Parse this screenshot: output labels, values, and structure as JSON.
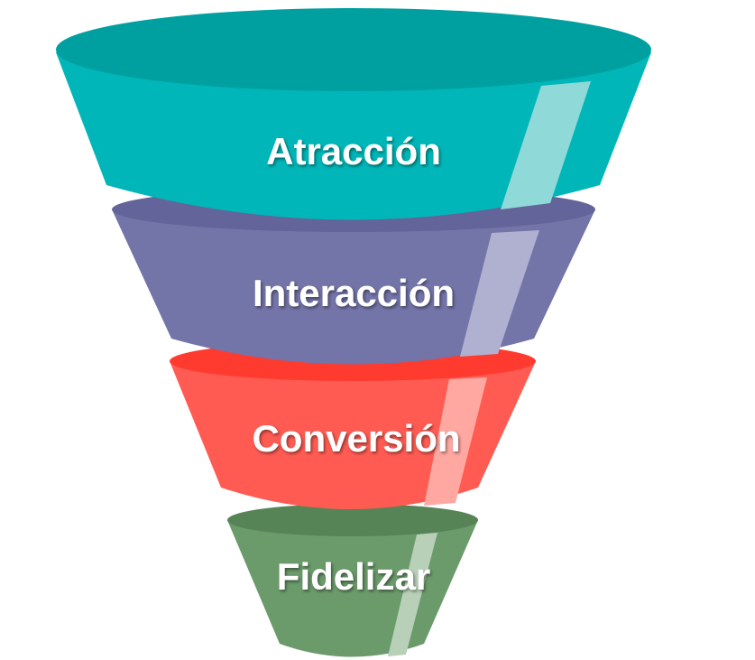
{
  "title": "Sales funnel",
  "stages": [
    {
      "label": "Atracción",
      "color": "#00b6b8",
      "rim": "#00a0a0",
      "highlight": "#8fd9d8"
    },
    {
      "label": "Interacción",
      "color": "#7374a8",
      "rim": "#636499",
      "highlight": "#b0b0d0"
    },
    {
      "label": "Conversión",
      "color": "#ff5b52",
      "rim": "#ff3b30",
      "highlight": "#ffa8a2"
    },
    {
      "label": "Fidelizar",
      "color": "#6b9a6b",
      "rim": "#568456",
      "highlight": "#b8d0b8"
    }
  ]
}
